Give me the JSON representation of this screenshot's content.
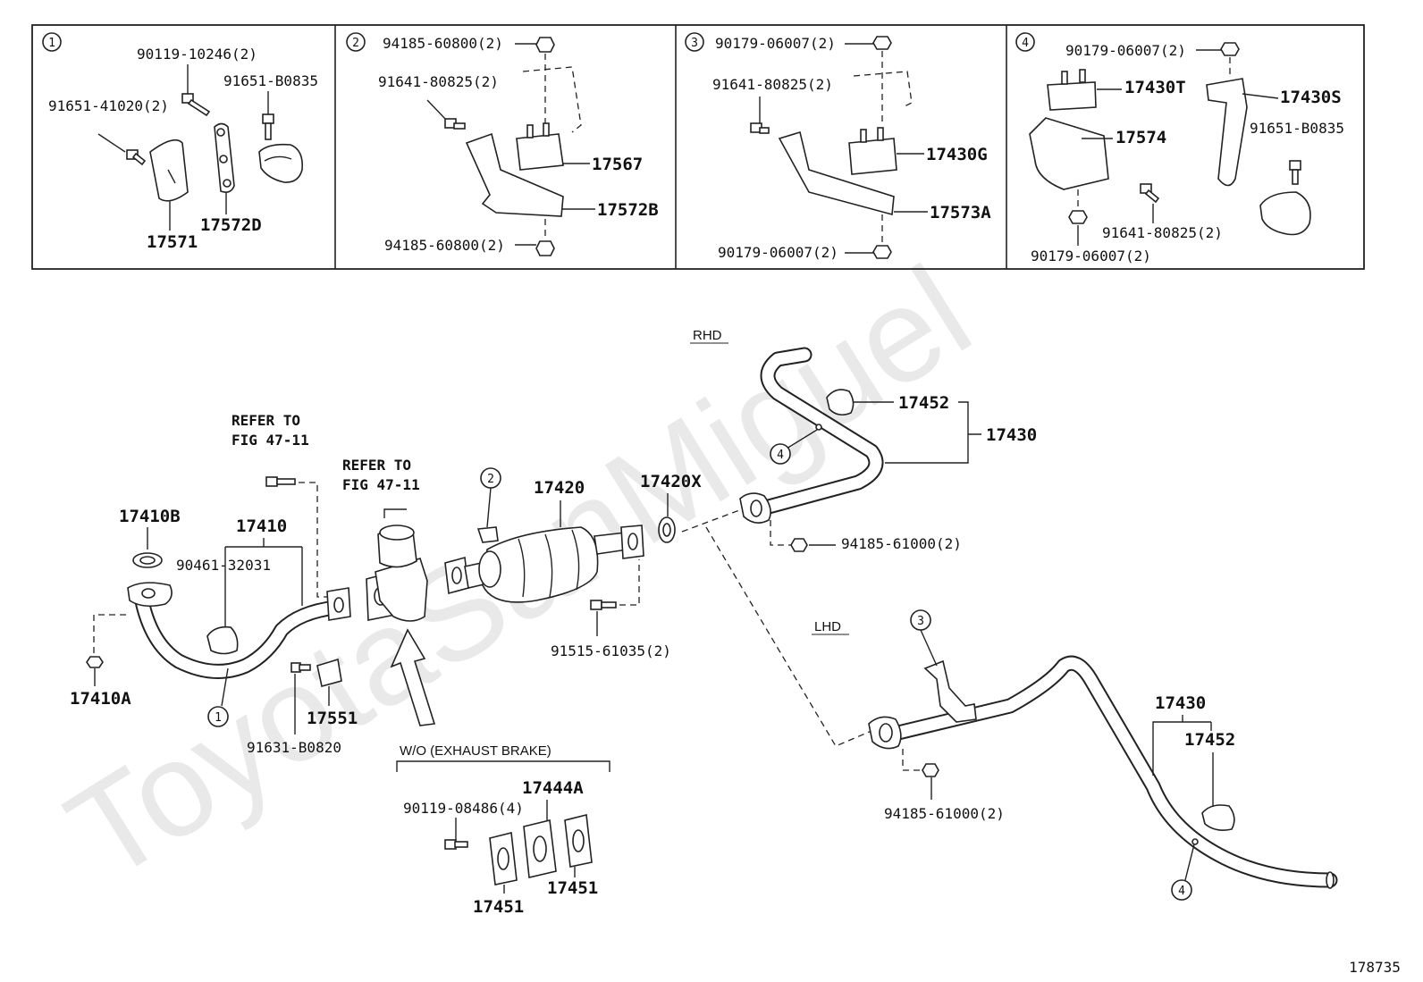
{
  "watermark": "ToyotaSanMiguel",
  "figure_number": "178735",
  "panels": [
    {
      "num": "1",
      "labels": [
        "90119-10246(2)",
        "91651-41020(2)",
        "91651-B0835",
        "17571",
        "17572D"
      ]
    },
    {
      "num": "2",
      "labels": [
        "94185-60800(2)",
        "91641-80825(2)",
        "17567",
        "17572B",
        "94185-60800(2)"
      ]
    },
    {
      "num": "3",
      "labels": [
        "90179-06007(2)",
        "91641-80825(2)",
        "17430G",
        "17573A",
        "90179-06007(2)"
      ]
    },
    {
      "num": "4",
      "labels": [
        "90179-06007(2)",
        "17430T",
        "17430S",
        "17574",
        "91651-B0835",
        "91641-80825(2)",
        "90179-06007(2)"
      ]
    }
  ],
  "main": {
    "rhd": "RHD",
    "lhd": "LHD",
    "refer1": [
      "REFER TO",
      "FIG 47-11"
    ],
    "refer2": [
      "REFER TO",
      "FIG 47-11"
    ],
    "wo_exhaust": "W/O (EXHAUST BRAKE)",
    "callouts": [
      "1",
      "2",
      "3",
      "4",
      "4"
    ],
    "labels": {
      "p17410B": "17410B",
      "p17410": "17410",
      "p90461": "90461-32031",
      "p17410A": "17410A",
      "p91631": "91631-B0820",
      "p17551": "17551",
      "p17420": "17420",
      "p17420X": "17420X",
      "p91515": "91515-61035(2)",
      "p17452_rhd": "17452",
      "p17430_rhd": "17430",
      "p94185_rhd": "94185-61000(2)",
      "p94185_lhd": "94185-61000(2)",
      "p17430_lhd": "17430",
      "p17452_lhd": "17452",
      "p90119_08486": "90119-08486(4)",
      "p17444A": "17444A",
      "p17451a": "17451",
      "p17451b": "17451"
    }
  }
}
